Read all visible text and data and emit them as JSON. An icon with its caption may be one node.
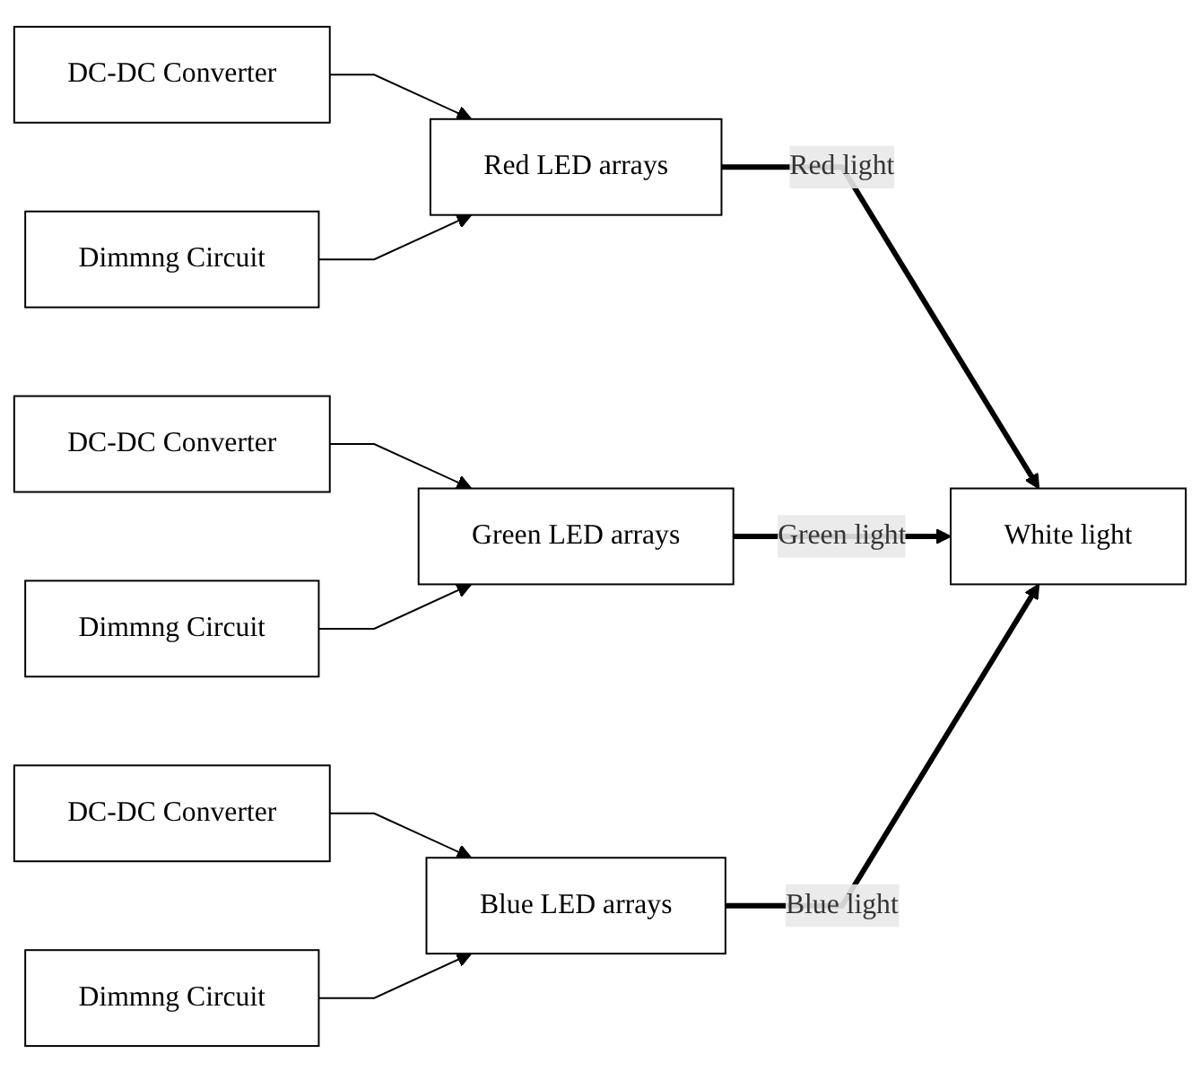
{
  "diagram": {
    "nodes": [
      {
        "text": [
          "DC-DC Converter"
        ]
      },
      {
        "text": [
          "Red LED arrays"
        ]
      },
      {
        "text": [
          "Dimmng Circuit"
        ]
      },
      {
        "text": [
          "DC-DC Converter"
        ]
      },
      {
        "text": [
          "Green LED arrays"
        ]
      },
      {
        "text": [
          "Dimmng Circuit"
        ]
      },
      {
        "text": [
          "DC-DC Converter"
        ]
      },
      {
        "text": [
          "Blue LED arrays"
        ]
      },
      {
        "text": [
          "Dimmng Circuit"
        ]
      },
      {
        "text": [
          "White light"
        ]
      }
    ],
    "edges": [
      {
        "from": 0,
        "to": 1,
        "arrow": "to"
      },
      {
        "from": 2,
        "to": 1,
        "arrow": "to"
      },
      {
        "from": 1,
        "to": 9,
        "arrow": "to",
        "label": "Red light",
        "style": "thick"
      },
      {
        "from": 3,
        "to": 4,
        "arrow": "to"
      },
      {
        "from": 5,
        "to": 4,
        "arrow": "to"
      },
      {
        "from": 4,
        "to": 9,
        "arrow": "to",
        "label": "Green light",
        "style": "thick"
      },
      {
        "from": 6,
        "to": 7,
        "arrow": "to"
      },
      {
        "from": 8,
        "to": 7,
        "arrow": "to"
      },
      {
        "from": 7,
        "to": 9,
        "arrow": "to",
        "label": "Blue light",
        "style": "thick"
      }
    ]
  }
}
